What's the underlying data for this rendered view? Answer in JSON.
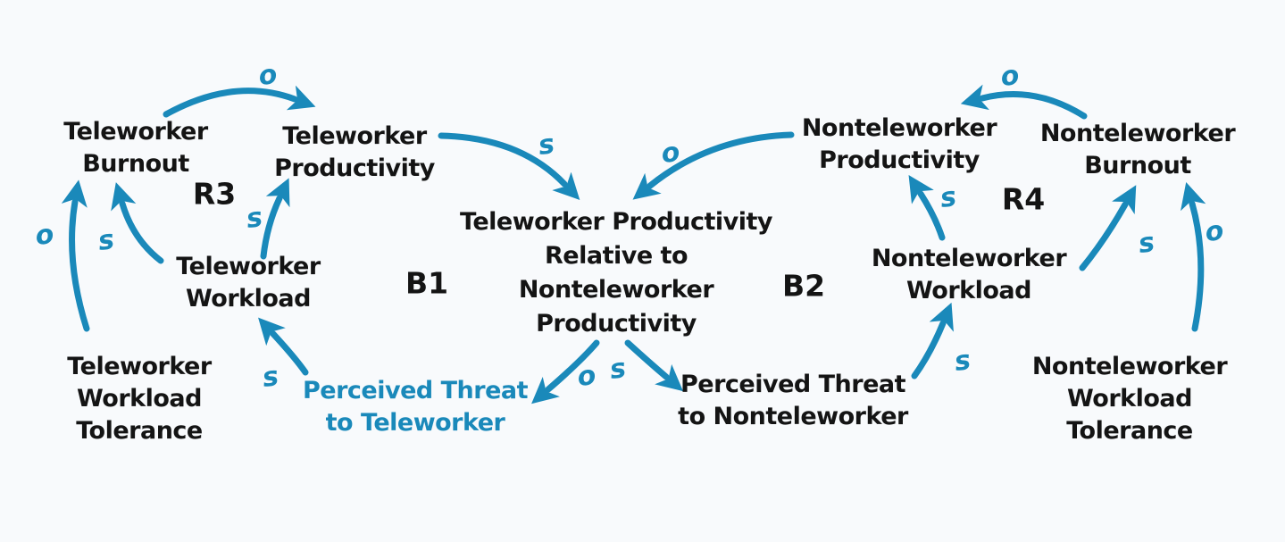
{
  "diagram": {
    "type": "causal-loop-diagram",
    "topic": "Teleworker vs. Nonteleworker productivity, workload and burnout",
    "colors": {
      "arrow": "#1a89ba",
      "text": "#141414",
      "highlight": "#1a89ba",
      "background": "#f8fafc"
    },
    "nodes": {
      "teleworker_burnout": {
        "lines": [
          "Teleworker",
          "Burnout"
        ]
      },
      "teleworker_productivity": {
        "lines": [
          "Teleworker",
          "Productivity"
        ]
      },
      "teleworker_workload": {
        "lines": [
          "Teleworker",
          "Workload"
        ]
      },
      "teleworker_workload_tolerance": {
        "lines": [
          "Teleworker",
          "Workload",
          "Tolerance"
        ]
      },
      "relative_productivity": {
        "lines": [
          "Teleworker Productivity",
          "Relative to",
          "Nonteleworker",
          "Productivity"
        ]
      },
      "perceived_threat_teleworker": {
        "lines": [
          "Perceived Threat",
          "to Teleworker"
        ],
        "highlighted": true
      },
      "perceived_threat_nonteleworker": {
        "lines": [
          "Perceived Threat",
          "to Nonteleworker"
        ]
      },
      "nonteleworker_productivity": {
        "lines": [
          "Nonteleworker",
          "Productivity"
        ]
      },
      "nonteleworker_workload": {
        "lines": [
          "Nonteleworker",
          "Workload"
        ]
      },
      "nonteleworker_burnout": {
        "lines": [
          "Nonteleworker",
          "Burnout"
        ]
      },
      "nonteleworker_workload_tolerance": {
        "lines": [
          "Nonteleworker",
          "Workload",
          "Tolerance"
        ]
      }
    },
    "loops": {
      "r3": "R3",
      "b1": "B1",
      "b2": "B2",
      "r4": "R4"
    },
    "links": [
      {
        "from": "Teleworker Burnout",
        "to": "Teleworker Productivity",
        "polarity": "o"
      },
      {
        "from": "Teleworker Productivity",
        "to": "Teleworker Productivity Relative to Nonteleworker Productivity",
        "polarity": "s"
      },
      {
        "from": "Nonteleworker Productivity",
        "to": "Teleworker Productivity Relative to Nonteleworker Productivity",
        "polarity": "o"
      },
      {
        "from": "Nonteleworker Burnout",
        "to": "Nonteleworker Productivity",
        "polarity": "o"
      },
      {
        "from": "Teleworker Productivity Relative to Nonteleworker Productivity",
        "to": "Perceived Threat to Teleworker",
        "polarity": "o"
      },
      {
        "from": "Teleworker Productivity Relative to Nonteleworker Productivity",
        "to": "Perceived Threat to Nonteleworker",
        "polarity": "s"
      },
      {
        "from": "Perceived Threat to Teleworker",
        "to": "Teleworker Workload",
        "polarity": "s"
      },
      {
        "from": "Perceived Threat to Nonteleworker",
        "to": "Nonteleworker Workload",
        "polarity": "s"
      },
      {
        "from": "Teleworker Workload",
        "to": "Teleworker Productivity",
        "polarity": "s"
      },
      {
        "from": "Teleworker Workload",
        "to": "Teleworker Burnout",
        "polarity": "s"
      },
      {
        "from": "Teleworker Workload Tolerance",
        "to": "Teleworker Burnout",
        "polarity": "o"
      },
      {
        "from": "Nonteleworker Workload",
        "to": "Nonteleworker Productivity",
        "polarity": "s"
      },
      {
        "from": "Nonteleworker Workload",
        "to": "Nonteleworker Burnout",
        "polarity": "s"
      },
      {
        "from": "Nonteleworker Workload Tolerance",
        "to": "Nonteleworker Burnout",
        "polarity": "o"
      }
    ]
  }
}
